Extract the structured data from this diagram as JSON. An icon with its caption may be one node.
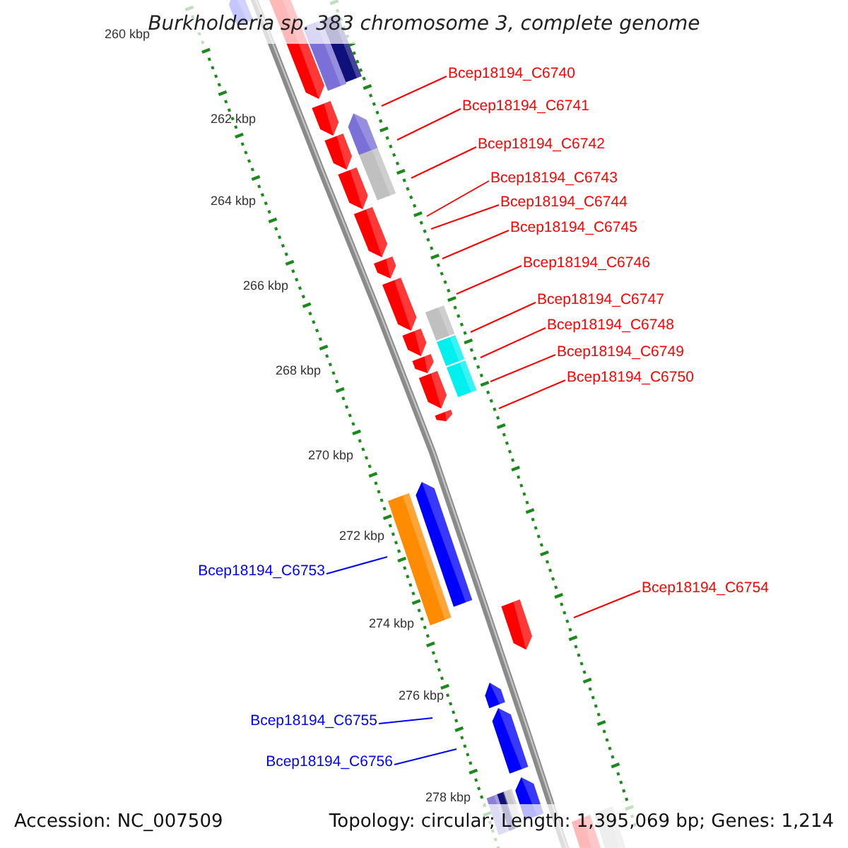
{
  "diagram": {
    "title": "Burkholderia sp. 383 chromosome 3, complete genome",
    "nodes": [
      {
        "text": [
          "Bcep18194_C6740"
        ]
      },
      {
        "text": [
          "Bcep18194_C6741"
        ]
      },
      {
        "text": [
          "Bcep18194_C6742"
        ]
      },
      {
        "text": [
          "Bcep18194_C6743"
        ]
      },
      {
        "text": [
          "Bcep18194_C6744"
        ]
      },
      {
        "text": [
          "Bcep18194_C6745"
        ]
      },
      {
        "text": [
          "Bcep18194_C6746"
        ]
      },
      {
        "text": [
          "Bcep18194_C6747"
        ]
      },
      {
        "text": [
          "Bcep18194_C6748"
        ]
      },
      {
        "text": [
          "Bcep18194_C6749"
        ]
      },
      {
        "text": [
          "Bcep18194_C6750"
        ]
      },
      {
        "text": [
          "Bcep18194_C6753"
        ]
      },
      {
        "text": [
          "Bcep18194_C6754"
        ]
      },
      {
        "text": [
          "Bcep18194_C6755"
        ]
      },
      {
        "text": [
          "Bcep18194_C6756"
        ]
      }
    ],
    "edges": [
      {
        "from": 0,
        "to": null,
        "arrow": "none"
      },
      {
        "from": 1,
        "to": null,
        "arrow": "none"
      },
      {
        "from": 2,
        "to": null,
        "arrow": "none"
      },
      {
        "from": 3,
        "to": null,
        "arrow": "none"
      },
      {
        "from": 4,
        "to": null,
        "arrow": "none"
      },
      {
        "from": 5,
        "to": null,
        "arrow": "none"
      },
      {
        "from": 6,
        "to": null,
        "arrow": "none"
      },
      {
        "from": 7,
        "to": null,
        "arrow": "none"
      },
      {
        "from": 8,
        "to": null,
        "arrow": "none"
      },
      {
        "from": 9,
        "to": null,
        "arrow": "none"
      },
      {
        "from": 10,
        "to": null,
        "arrow": "none"
      },
      {
        "from": 11,
        "to": null,
        "arrow": "none",
        "color": "#0000ff"
      },
      {
        "from": 12,
        "to": null,
        "arrow": "none"
      },
      {
        "from": 13,
        "to": null,
        "arrow": "none",
        "color": "#0000ff"
      },
      {
        "from": 14,
        "to": null,
        "arrow": "none",
        "color": "#0000ff"
      }
    ],
    "labels": [
      "260 kbp",
      "262 kbp",
      "264 kbp",
      "266 kbp",
      "268 kbp",
      "270 kbp",
      "272 kbp",
      "274 kbp",
      "276 kbp",
      "278 kbp",
      "Accession: NC_007509",
      "Topology: circular; Length: 1,395,069 bp; Genes: 1,214"
    ]
  }
}
